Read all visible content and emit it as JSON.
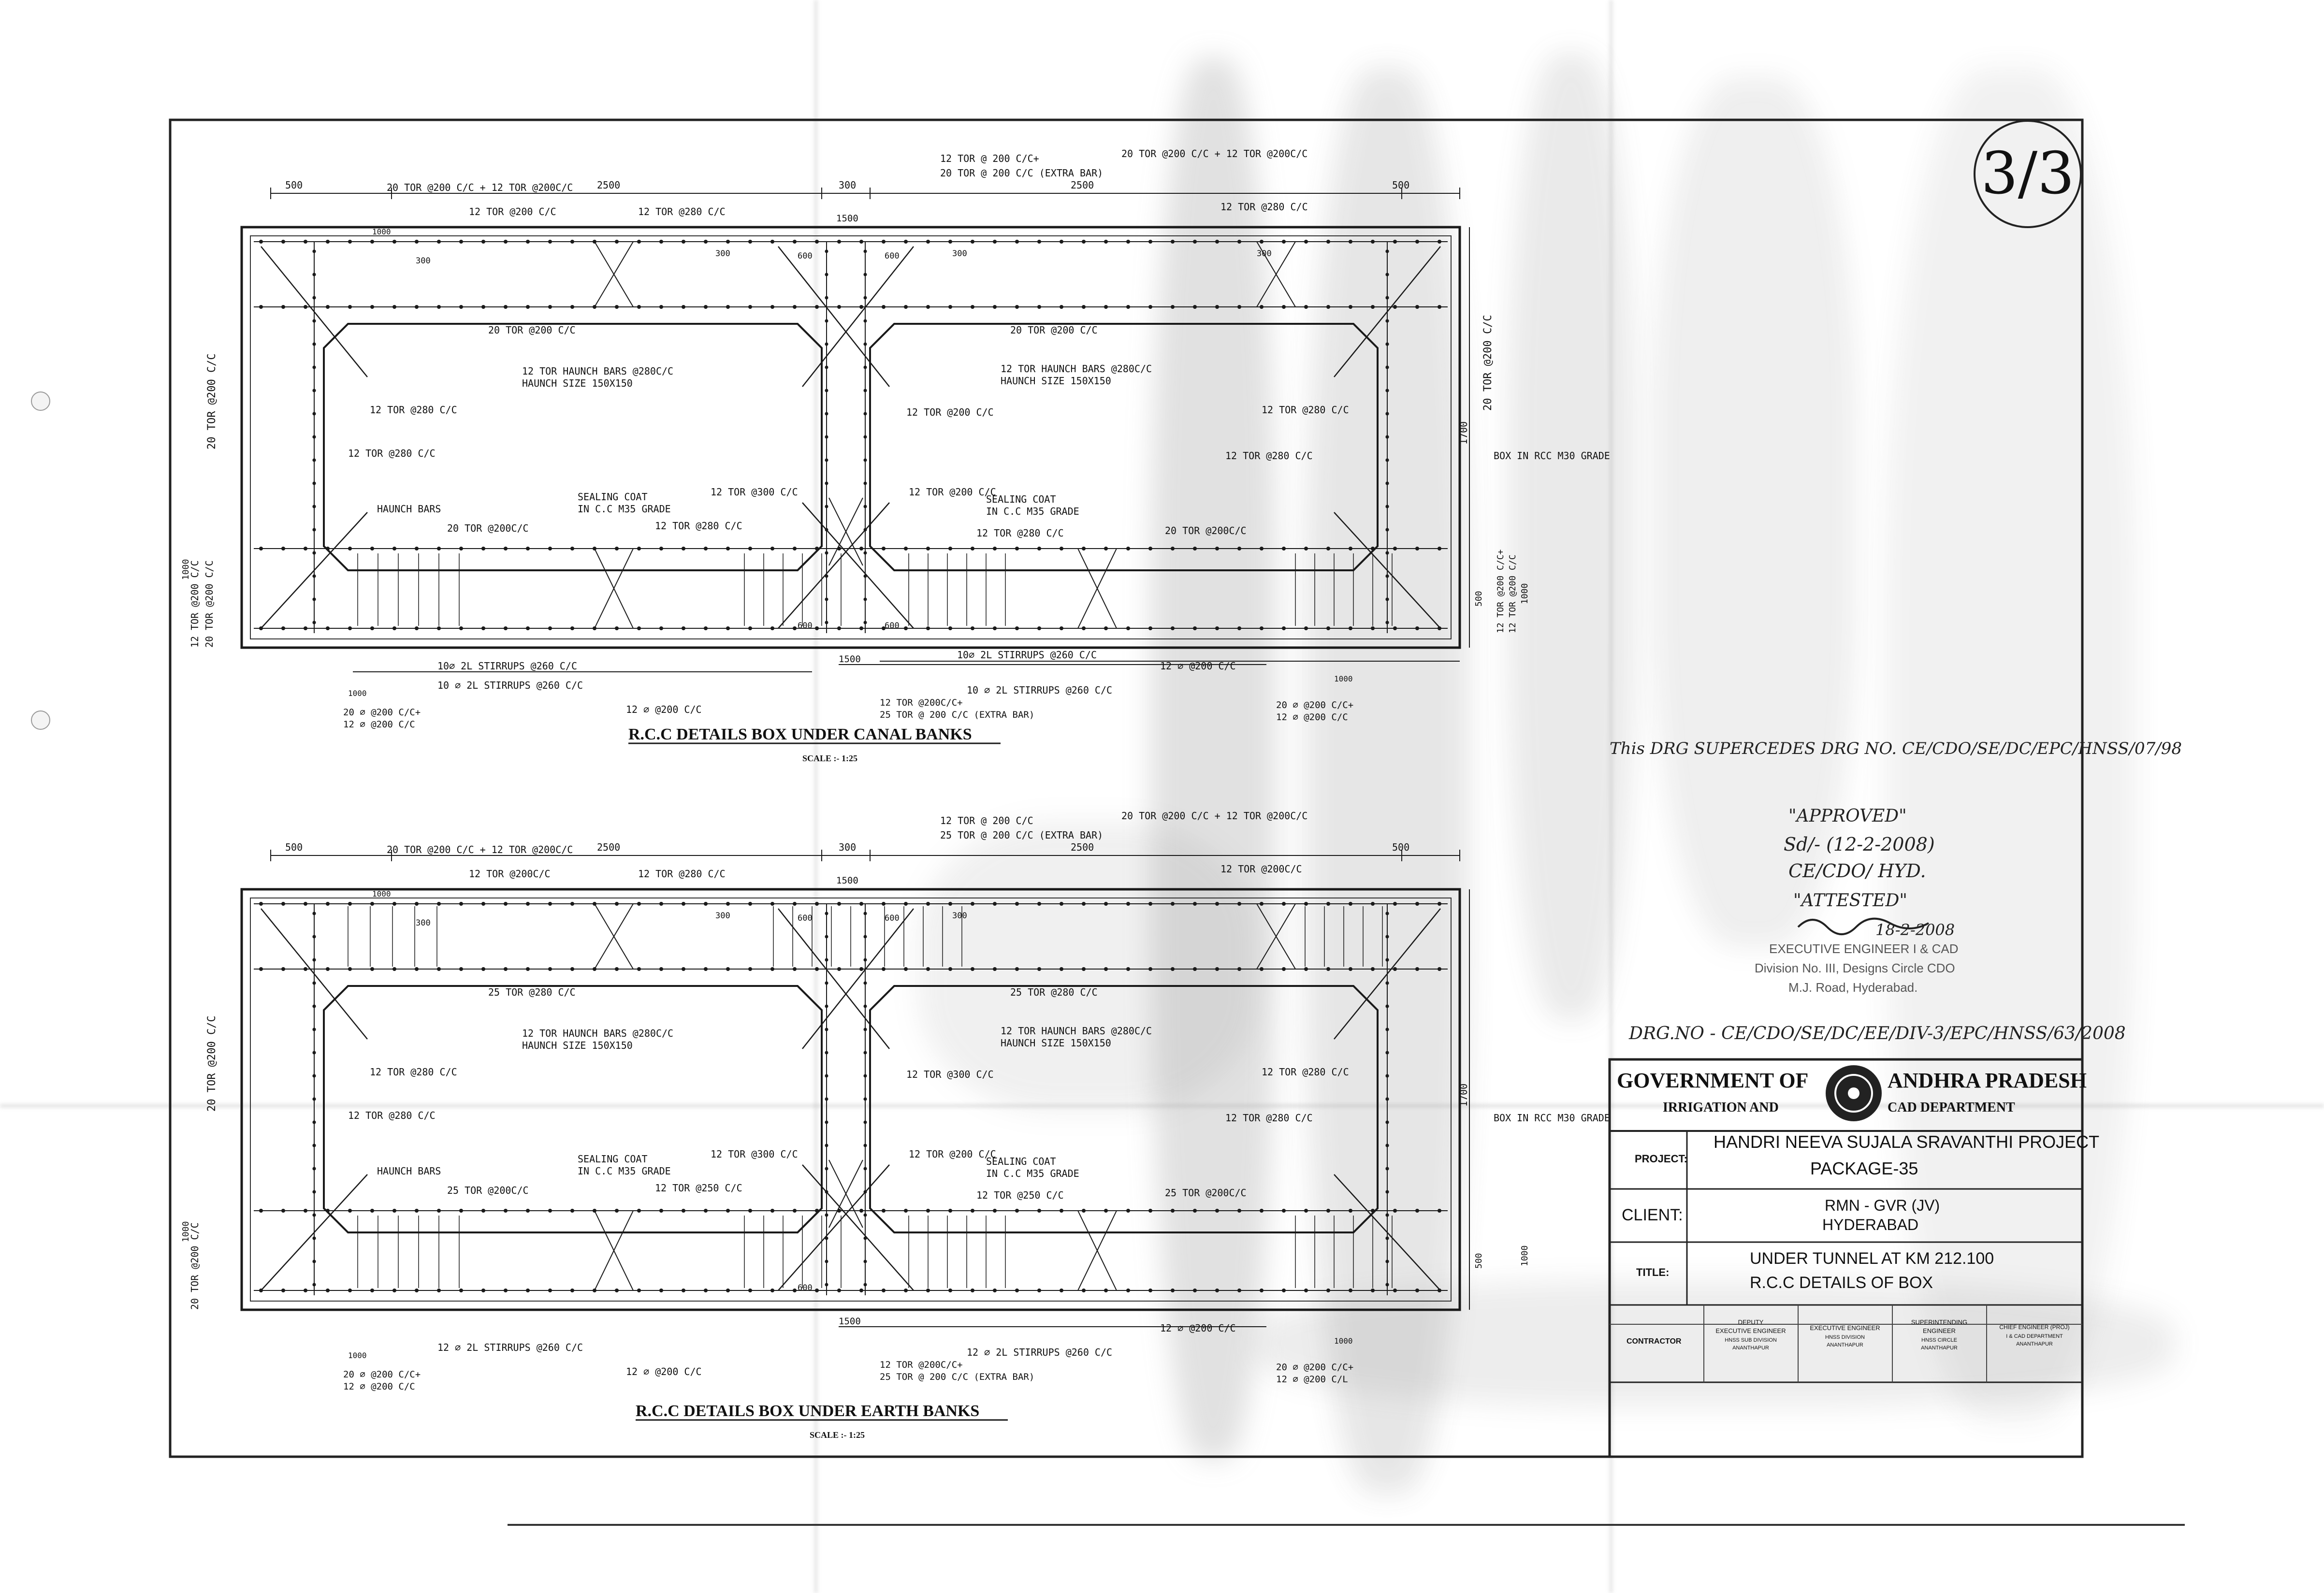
{
  "sheet_number": "3/3",
  "drawings": [
    {
      "id": "canal",
      "title": "R.C.C DETAILS BOX UNDER CANAL BANKS",
      "scale": "SCALE :- 1:25",
      "labels": {
        "dim_500_l": "500",
        "dim_2500_l": "2500",
        "dim_300": "300",
        "dim_2500_r": "2500",
        "dim_500_r": "500",
        "top1": "20 TOR @200 C/C + 12 TOR @200C/C",
        "top2": "12 TOR @ 200 C/C+",
        "top3": "20 TOR @ 200 C/C (EXTRA BAR)",
        "top4": "20 TOR @200 C/C + 12 TOR @200C/C",
        "slab_l": "12 TOR @200 C/C",
        "slab_m": "12 TOR @280 C/C",
        "slab_r": "12 TOR @280 C/C",
        "d1500_t": "1500",
        "d1000_t": "1000",
        "s300_1": "300",
        "s300_2": "300",
        "s300_3": "300",
        "s300_4": "300",
        "s600_1": "600",
        "s600_2": "600",
        "mid_l": "20 TOR @200 C/C",
        "mid_r": "20 TOR @200 C/C",
        "haunch_l1": "12 TOR HAUNCH BARS @280C/C",
        "haunch_l2": "HAUNCH SIZE 150X150",
        "haunch_r1": "12 TOR HAUNCH BARS @280C/C",
        "haunch_r2": "HAUNCH SIZE 150X150",
        "wall_l1": "12 TOR @280 C/C",
        "wall_l2": "12 TOR @280 C/C",
        "wall_m1": "12 TOR @200 C/C",
        "wall_r1": "12 TOR @280 C/C",
        "wall_r2": "12 TOR @280 C/C",
        "centre_l": "12 TOR @300 C/C",
        "centre_r": "12 TOR @200 C/C",
        "side_left": "20 TOR @200 C/C",
        "side_right": "20 TOR @200 C/C",
        "dim_1700": "1700",
        "box_grade": "BOX IN RCC M30 GRADE",
        "haunch_bars": "HAUNCH BARS",
        "seal_l1": "SEALING COAT",
        "seal_l2": "IN C.C M35 GRADE",
        "seal_r1": "SEALING COAT",
        "seal_r2": "IN C.C M35 GRADE",
        "bot_l": "20 TOR @200C/C",
        "bot_m": "12 TOR @280 C/C",
        "bot_r1": "12 TOR @280 C/C",
        "bot_r2": "20 TOR @200C/C",
        "left_low1": "12 TOR @200 C/C",
        "left_low2": "20 TOR @200 C/C",
        "dim_1000_l": "1000",
        "right_low1": "12 TOR @200 C/C+",
        "right_low2": "12 TOR @200 C/C",
        "dim_1000_r": "1000",
        "dim_500_rv": "500",
        "stir_l": "10 ∅ 2L STIRRUPS @260 C/C",
        "stir_r": "10 ∅ 2L STIRRUPS @260 C/C",
        "d1500_b": "1500",
        "d1000_bl": "1000",
        "d1000_br": "1000",
        "d600_b1": "600",
        "d600_b2": "600",
        "b12_a": "12 ∅ @200 C/C",
        "b12_b": "12 ∅ @200 C/C",
        "b_left1": "20 ∅ @200 C/C+",
        "b_left2": "12 ∅ @200 C/C",
        "b_mid1": "12 TOR @200C/C+",
        "b_mid2": "25 TOR @ 200 C/C (EXTRA BAR)",
        "b_right1": "20 ∅ @200 C/C+",
        "b_right2": "12 ∅ @200 C/C"
      }
    },
    {
      "id": "earth",
      "title": "R.C.C DETAILS BOX UNDER EARTH BANKS",
      "scale": "SCALE :- 1:25",
      "labels": {
        "stir_top_l": "10∅ 2L STIRRUPS @260 C/C",
        "stir_top_r": "10∅ 2L STIRRUPS @260 C/C",
        "dim_500_l": "500",
        "dim_2500_l": "2500",
        "dim_300": "300",
        "dim_2500_r": "2500",
        "dim_500_r": "500",
        "top1": "20 TOR @200 C/C + 12 TOR @200C/C",
        "top2": "12 TOR @ 200 C/C",
        "top3": "25 TOR @ 200 C/C (EXTRA BAR)",
        "top4": "20 TOR @200 C/C + 12 TOR @200C/C",
        "slab_l": "12 TOR @200C/C",
        "slab_m": "12 TOR @280 C/C",
        "slab_r": "12 TOR @200C/C",
        "d1500_t": "1500",
        "d1000_t": "1000",
        "s300_1": "300",
        "s300_2": "300",
        "s300_3": "300",
        "s600_1": "600",
        "s600_2": "600",
        "mid_l": "25 TOR @280 C/C",
        "mid_r": "25 TOR @280 C/C",
        "haunch_l1": "12 TOR HAUNCH BARS @280C/C",
        "haunch_l2": "HAUNCH SIZE 150X150",
        "haunch_r1": "12 TOR HAUNCH BARS @280C/C",
        "haunch_r2": "HAUNCH SIZE 150X150",
        "wall_l1": "12 TOR @280 C/C",
        "wall_l2": "12 TOR @280 C/C",
        "wall_m1": "12 TOR @300 C/C",
        "wall_r1": "12 TOR @280 C/C",
        "wall_r2": "12 TOR @280 C/C",
        "centre_l": "12 TOR @300 C/C",
        "centre_r": "12 TOR @200 C/C",
        "side_left": "20 TOR @200 C/C",
        "dim_1700": "1700",
        "box_grade": "BOX IN RCC M30 GRADE",
        "haunch_bars": "HAUNCH BARS",
        "seal_l1": "SEALING COAT",
        "seal_l2": "IN C.C M35 GRADE",
        "seal_r1": "SEALING COAT",
        "seal_r2": "IN C.C M35 GRADE",
        "bot_l": "25 TOR @200C/C",
        "bot_m": "12 TOR @250 C/C",
        "bot_r1": "12 TOR @250 C/C",
        "bot_r2": "25 TOR @200C/C",
        "left_low1": "20 TOR @200 C/C",
        "dim_1000_l": "1000",
        "dim_1000_r": "1000",
        "dim_500_rv": "500",
        "stir_l": "12 ∅ 2L STIRRUPS @260 C/C",
        "stir_r": "12 ∅ 2L STIRRUPS @260 C/C",
        "d1500_b": "1500",
        "d1000_bl": "1000",
        "d1000_br": "1000",
        "d600_b1": "600",
        "b12_a": "12 ∅ @200 C/C",
        "b12_b": "12 ∅ @200 C/C",
        "b_left1": "20 ∅ @200 C/C+",
        "b_left2": "12 ∅ @200 C/C",
        "b_mid1": "12 TOR @200C/C+",
        "b_mid2": "25 TOR @ 200 C/C (EXTRA BAR)",
        "b_right1": "20 ∅ @200 C/C+",
        "b_right2": "12 ∅ @200 C/L"
      }
    }
  ],
  "annotations": {
    "supersede": "This DRG SUPERCEDES DRG NO. CE/CDO/SE/DC/EPC/HNSS/07/98",
    "approved": "\"APPROVED\"",
    "approved_sig": "Sd/- (12-2-2008)",
    "approved_office": "CE/CDO/ HYD.",
    "attested": "\"ATTESTED\"",
    "attested_date": "18-2-2008",
    "stamp1": "EXECUTIVE ENGINEER I & CAD",
    "stamp2": "Division No. III, Designs Circle CDO",
    "stamp3": "M.J. Road, Hyderabad.",
    "drawing_no": "DRG.NO - CE/CDO/SE/DC/EE/DIV-3/EPC/HNSS/63/2008"
  },
  "title_block": {
    "govt_left": "GOVERNMENT OF",
    "govt_right": "ANDHRA PRADESH",
    "dept_left": "IRRIGATION AND",
    "dept_right": "CAD DEPARTMENT",
    "project_label": "PROJECT:",
    "project_line1": "HANDRI NEEVA SUJALA SRAVANTHI PROJECT",
    "project_line2": "PACKAGE-35",
    "client_label": "CLIENT:",
    "client_line1": "RMN - GVR (JV)",
    "client_line2": "HYDERABAD",
    "title_label": "TITLE:",
    "title_line1": "UNDER TUNNEL  AT KM 212.100",
    "title_line2": "R.C.C DETAILS OF BOX",
    "sign_contractor": "CONTRACTOR",
    "sign_dee_1": "DEPUTY",
    "sign_dee_2": "EXECUTIVE ENGINEER",
    "sign_dee_3": "HNSS SUB DIVISION",
    "sign_dee_4": "ANANTHAPUR",
    "sign_ee_1": "EXECUTIVE ENGINEER",
    "sign_ee_2": "HNSS DIVISION",
    "sign_ee_3": "ANANTHAPUR",
    "sign_se_1": "SUPERINTENDING",
    "sign_se_2": "ENGINEER",
    "sign_se_3": "HNSS CIRCLE",
    "sign_se_4": "ANANTHAPUR",
    "sign_ce_1": "CHIEF ENGINEER (PROJ)",
    "sign_ce_2": "I & CAD DEPARTMENT",
    "sign_ce_3": "ANANTHAPUR"
  }
}
